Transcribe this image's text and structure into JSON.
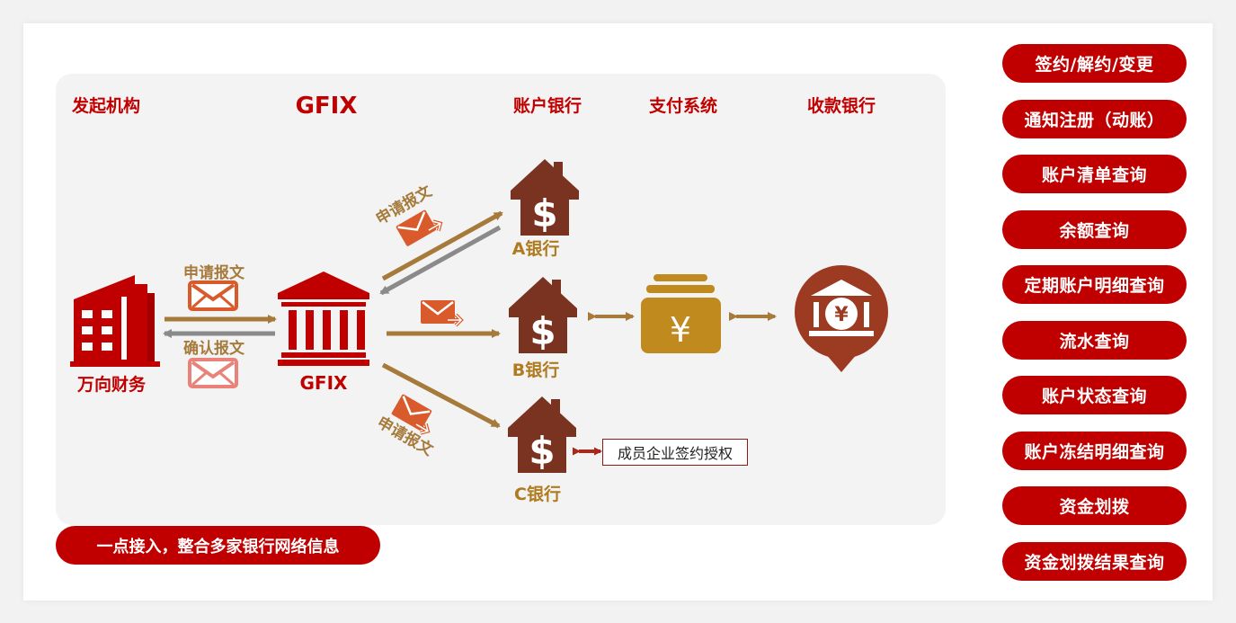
{
  "headers": {
    "originator": "发起机构",
    "gfix": "GFIX",
    "account_bank": "账户银行",
    "payment_system": "支付系统",
    "receiving_bank": "收款银行"
  },
  "nodes": {
    "company": "万向财务",
    "gfix": "GFIX",
    "bank_a": "A银行",
    "bank_b": "B银行",
    "bank_c": "C银行"
  },
  "messages": {
    "request_left": "申请报文",
    "confirm_left": "确认报文",
    "request_a": "申请报文",
    "request_c": "申请报文"
  },
  "authorization_box": "成员企业签约授权",
  "tagline": "一点接入，整合多家银行网络信息",
  "services": [
    "签约/解约/变更",
    "通知注册（动账）",
    "账户清单查询",
    "余额查询",
    "定期账户明细查询",
    "流水查询",
    "账户状态查询",
    "账户冻结明细查询",
    "资金划拨",
    "资金划拨结果查询"
  ],
  "colors": {
    "brand_red": "#c00000",
    "bank_brown": "#7a3320",
    "arrow_gold": "#a57a3b",
    "label_gold": "#b07a1f",
    "confirm_gray": "#8a8a8a",
    "envelope_orange": "#d95b2b",
    "envelope_pink": "#e98278",
    "payment_gold": "#c08a1f",
    "receiver_brown": "#9c3a22"
  }
}
